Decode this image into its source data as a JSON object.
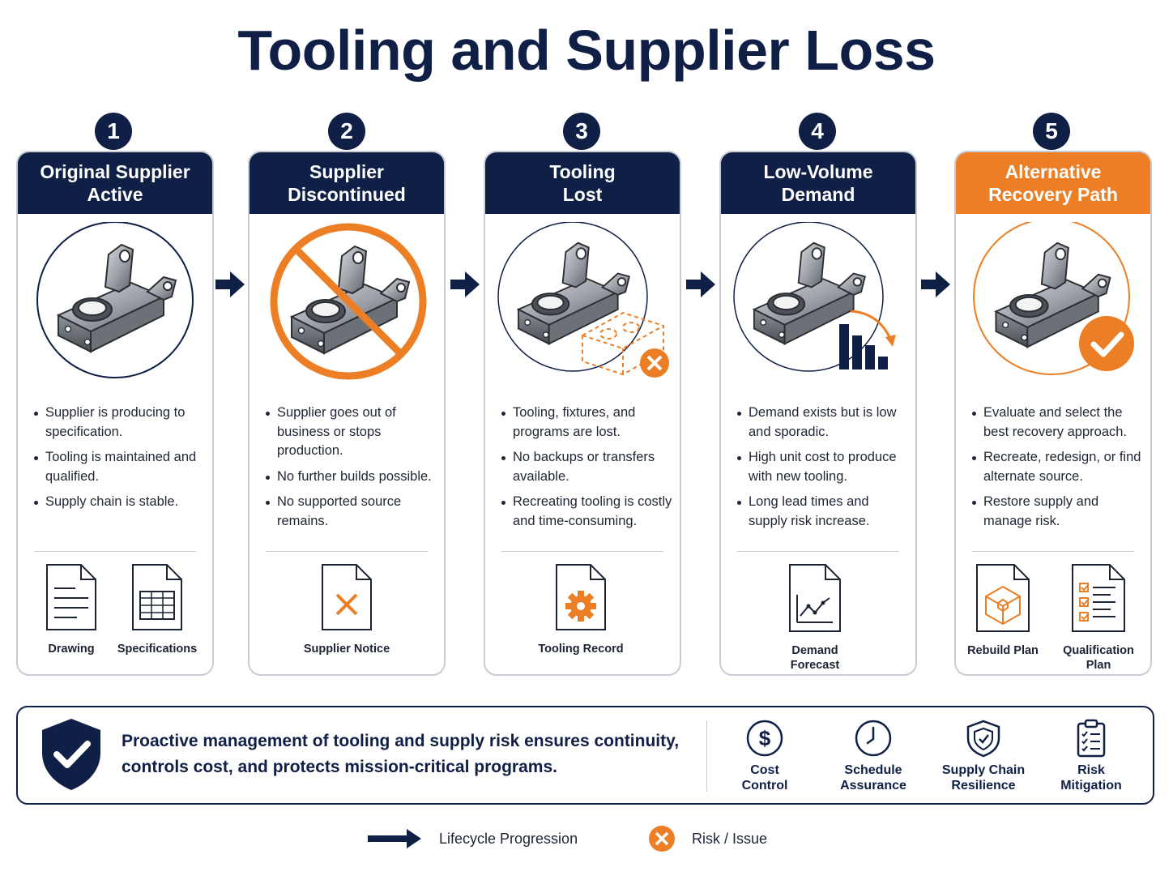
{
  "title": "Tooling and Supplier Loss",
  "colors": {
    "navy": "#0f1f45",
    "orange": "#ec7f26",
    "border": "#c9ccd4"
  },
  "stages": [
    {
      "number": "1",
      "title_lines": [
        "Original Supplier",
        "Active"
      ],
      "bullets": [
        "Supplier is producing to specification.",
        "Tooling is maintained and qualified.",
        "Supply chain is stable."
      ],
      "documents": [
        {
          "label": "Drawing",
          "icon": "drawing-document-icon"
        },
        {
          "label": "Specifications",
          "icon": "specifications-document-icon"
        }
      ]
    },
    {
      "number": "2",
      "title_lines": [
        "Supplier",
        "Discontinued"
      ],
      "bullets": [
        "Supplier goes out of business or stops production.",
        "No further builds possible.",
        "No supported source remains."
      ],
      "documents": [
        {
          "label": "Supplier Notice",
          "icon": "supplier-notice-document-icon"
        }
      ]
    },
    {
      "number": "3",
      "title_lines": [
        "Tooling",
        "Lost"
      ],
      "bullets": [
        "Tooling, fixtures, and programs are lost.",
        "No backups or transfers available.",
        "Recreating tooling is costly and time-consuming."
      ],
      "documents": [
        {
          "label": "Tooling Record",
          "icon": "tooling-record-document-icon"
        }
      ]
    },
    {
      "number": "4",
      "title_lines": [
        "Low-Volume",
        "Demand"
      ],
      "bullets": [
        "Demand exists but is low and sporadic.",
        "High unit cost to produce with new tooling.",
        "Long lead times and supply risk increase."
      ],
      "documents": [
        {
          "label": "Demand Forecast",
          "icon": "demand-forecast-document-icon"
        }
      ]
    },
    {
      "number": "5",
      "title_lines": [
        "Alternative",
        "Recovery Path"
      ],
      "bullets": [
        "Evaluate and select the best recovery approach.",
        "Recreate, redesign, or find alternate source.",
        "Restore supply and manage risk."
      ],
      "documents": [
        {
          "label": "Rebuild Plan",
          "icon": "rebuild-plan-document-icon"
        },
        {
          "label": "Qualification Plan",
          "icon": "qualification-plan-document-icon"
        }
      ]
    }
  ],
  "banner": {
    "text": "Proactive management of tooling and supply risk ensures continuity, controls cost, and protects mission-critical programs.",
    "benefits": [
      {
        "label_lines": [
          "Cost",
          "Control"
        ],
        "icon": "dollar-icon"
      },
      {
        "label_lines": [
          "Schedule",
          "Assurance"
        ],
        "icon": "clock-icon"
      },
      {
        "label_lines": [
          "Supply Chain",
          "Resilience"
        ],
        "icon": "shield-icon"
      },
      {
        "label_lines": [
          "Risk",
          "Mitigation"
        ],
        "icon": "checklist-icon"
      }
    ]
  },
  "legend": {
    "progression": "Lifecycle Progression",
    "risk": "Risk / Issue"
  }
}
